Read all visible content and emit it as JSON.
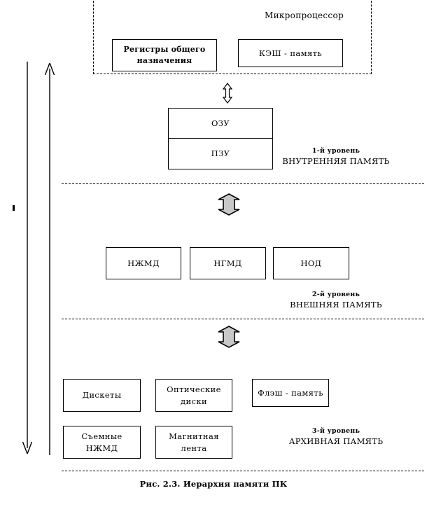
{
  "figure": {
    "caption": "Рис. 2.3. Иерархия памяти ПК"
  },
  "cpu_group": {
    "title": "Микропроцессор",
    "blocks": [
      {
        "name": "general-purpose-registers",
        "lines": [
          "Регистры общего",
          "назначения"
        ]
      },
      {
        "name": "cache-memory",
        "lines": [
          "КЭШ - память"
        ]
      }
    ]
  },
  "levels": [
    {
      "number": "1-й уровень",
      "name": "ВНУТРЕННЯЯ ПАМЯТЬ",
      "blocks": [
        {
          "name": "ram",
          "lines": [
            "ОЗУ"
          ]
        },
        {
          "name": "rom",
          "lines": [
            "ПЗУ"
          ]
        }
      ]
    },
    {
      "number": "2-й уровень",
      "name": "ВНЕШНЯЯ ПАМЯТЬ",
      "blocks": [
        {
          "name": "hard-disk-drive",
          "lines": [
            "НЖМД"
          ]
        },
        {
          "name": "floppy-disk-drive",
          "lines": [
            "НГМД"
          ]
        },
        {
          "name": "optical-drive",
          "lines": [
            "НОД"
          ]
        }
      ]
    },
    {
      "number": "3-й уровень",
      "name": "АРХИВНАЯ ПАМЯТЬ",
      "blocks": [
        {
          "name": "diskettes",
          "lines": [
            "Дискеты"
          ]
        },
        {
          "name": "optical-disks",
          "lines": [
            "Оптические",
            "диски"
          ]
        },
        {
          "name": "flash-memory",
          "lines": [
            "Флэш - память"
          ]
        },
        {
          "name": "removable-hdd",
          "lines": [
            "Съемные",
            "НЖМД"
          ]
        },
        {
          "name": "magnetic-tape",
          "lines": [
            "Магнитная",
            "лента"
          ]
        }
      ]
    }
  ],
  "colors": {
    "stroke": "#000000",
    "fill": "#ffffff",
    "arrow_fill": "#c8c8c8"
  }
}
